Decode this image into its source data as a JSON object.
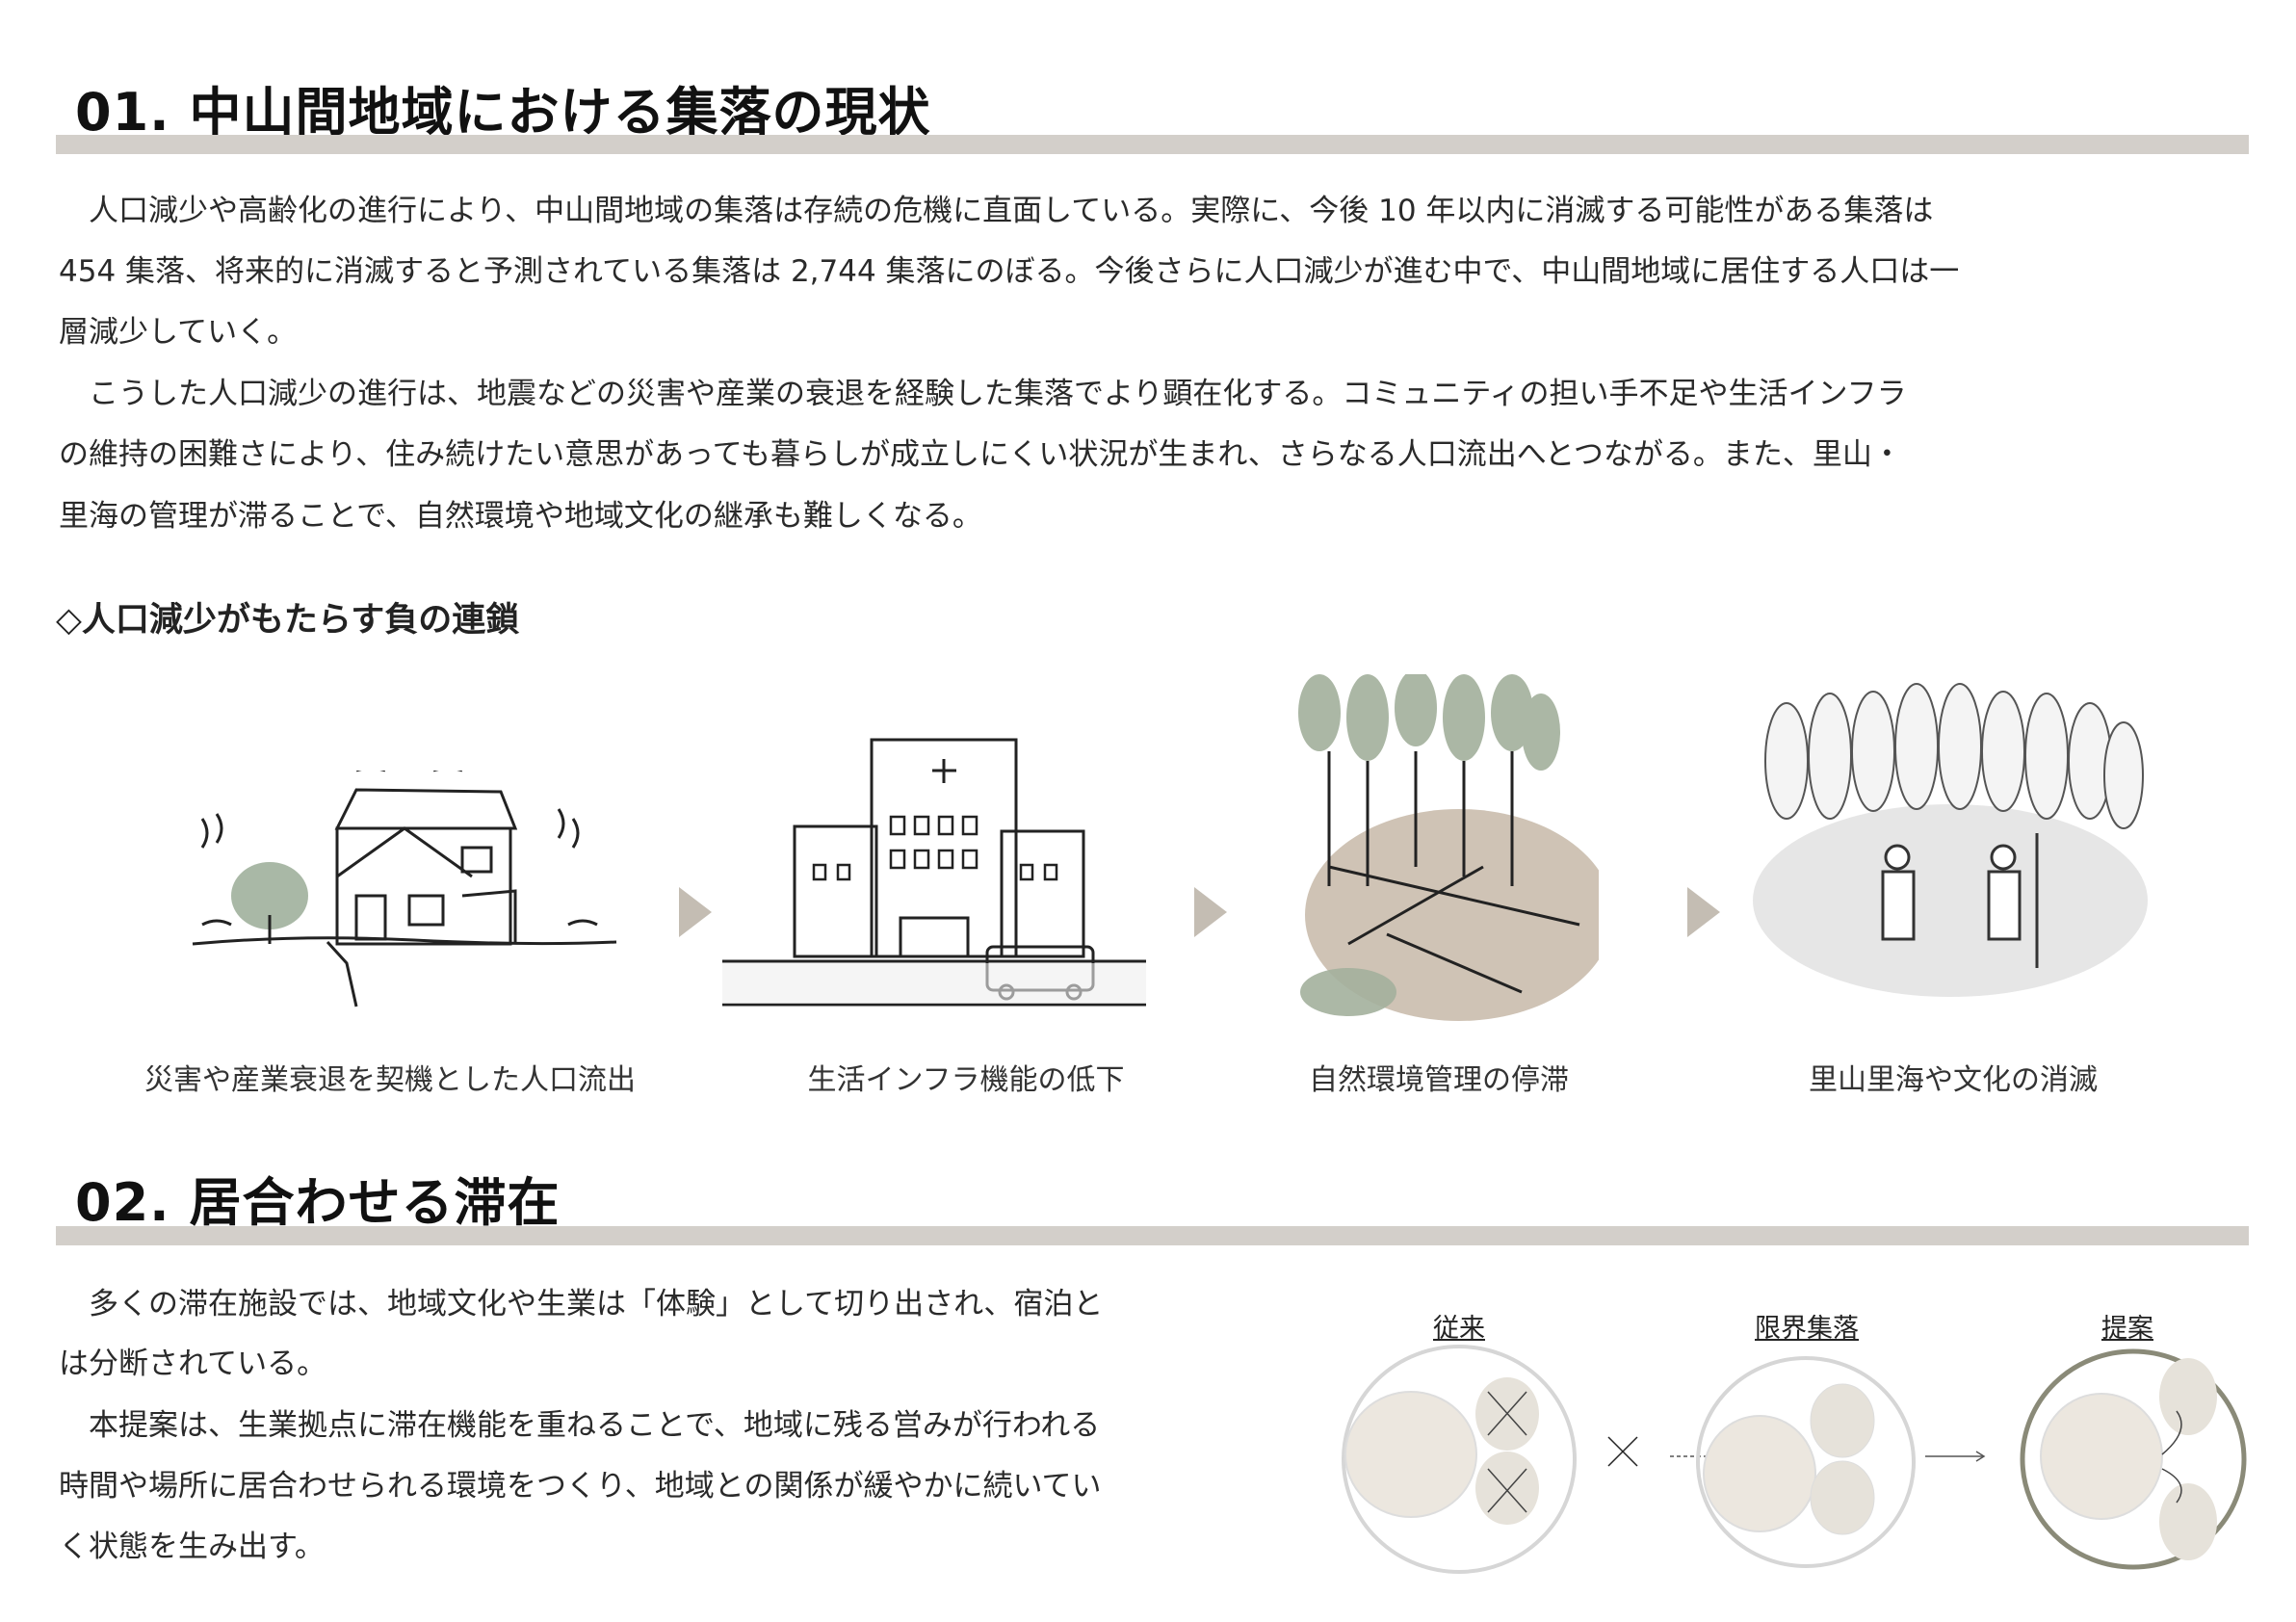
{
  "section1": {
    "title": "01.  中山間地域における集落の現状",
    "paragraph_lines": [
      "　人口減少や高齢化の進行により、中山間地域の集落は存続の危機に直面している。実際に、今後 10 年以内に消滅する可能性がある集落は",
      "454 集落、将来的に消滅すると予測されている集落は 2,744 集落にのぼる。今後さらに人口減少が進む中で、中山間地域に居住する人口は一",
      "層減少していく。",
      "　こうした人口減少の進行は、地震などの災害や産業の衰退を経験した集落でより顕在化する。コミュニティの担い手不足や生活インフラ",
      "の維持の困難さにより、住み続けたい意思があっても暮らしが成立しにくい状況が生まれ、さらなる人口流出へとつながる。また、里山・",
      "里海の管理が滞ることで、自然環境や地域文化の継承も難しくなる。"
    ],
    "subheading": "◇人口減少がもたらす負の連鎖",
    "chain": [
      {
        "caption": "災害や産業衰退を契機とした人口流出",
        "icon": "earthquake-house-icon"
      },
      {
        "caption": "生活インフラ機能の低下",
        "icon": "hospital-buildings-icon"
      },
      {
        "caption": "自然環境管理の停滞",
        "icon": "fallen-forest-icon"
      },
      {
        "caption": "里山里海や文化の消滅",
        "icon": "farmers-forest-icon"
      }
    ]
  },
  "section2": {
    "title": "02. 居合わせる滞在",
    "paragraph_lines": [
      "　多くの滞在施設では、地域文化や生業は「体験」として切り出され、宿泊と",
      "は分断されている。",
      "　本提案は、生業拠点に滞在機能を重ねることで、地域に残る営みが行われる",
      "時間や場所に居合わせられる環境をつくり、地域との関係が緩やかに続いてい",
      "く状態を生み出す。"
    ],
    "diagram": {
      "labels": [
        "従来",
        "限界集落",
        "提案"
      ]
    }
  },
  "colors": {
    "bar": "#d3cfca",
    "arrow": "#c4bdb3",
    "proposal_ring": "#8a8a78"
  }
}
